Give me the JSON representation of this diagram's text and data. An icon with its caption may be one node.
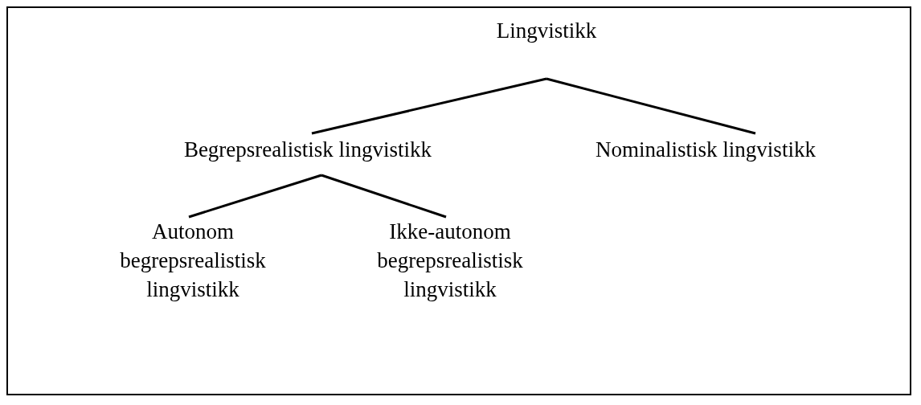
{
  "diagram": {
    "nodes": [
      {
        "text": [
          "Lingvistikk"
        ]
      },
      {
        "text": [
          "Begrepsrealistisk lingvistikk"
        ]
      },
      {
        "text": [
          "Nominalistisk lingvistikk"
        ]
      },
      {
        "text": [
          "Autonom begrepsrealistisk lingvistikk"
        ]
      },
      {
        "text": [
          "Ikke-autonom begrepsrealistisk lingvistikk"
        ]
      }
    ],
    "edges": [
      {
        "from": 0,
        "to": 1,
        "arrow": "none"
      },
      {
        "from": 0,
        "to": 2,
        "arrow": "none"
      },
      {
        "from": 1,
        "to": 3,
        "arrow": "none"
      },
      {
        "from": 1,
        "to": 4,
        "arrow": "none"
      }
    ]
  }
}
